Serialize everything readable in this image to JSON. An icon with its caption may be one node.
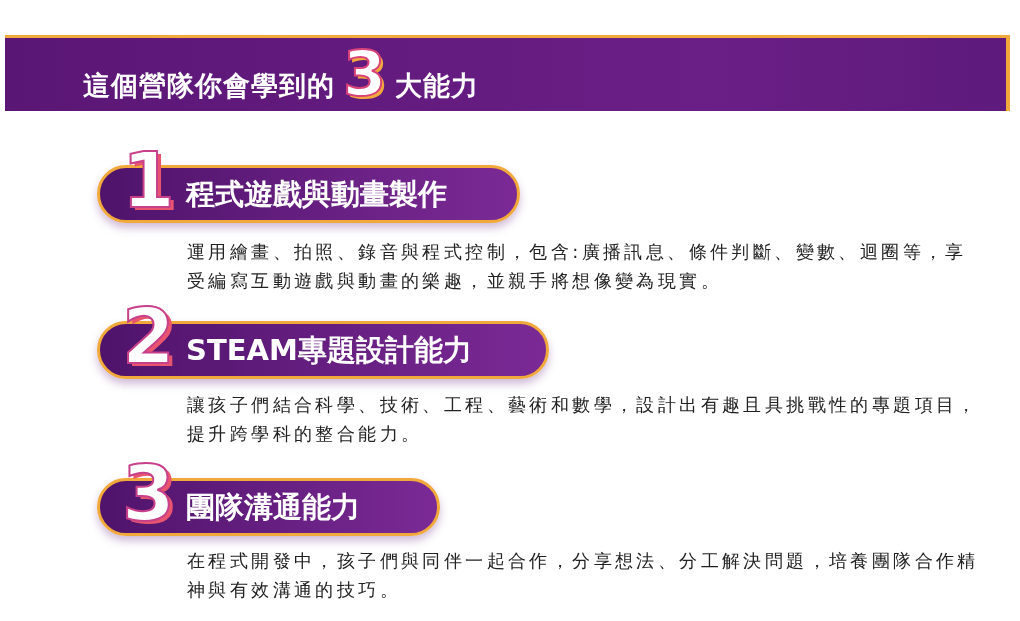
{
  "diagram": {
    "title": "這個營隊你會學到的3大能力",
    "nodes": [
      {
        "text": [
          "1",
          "程式遊戲與動畫製作"
        ],
        "beside": [
          "運用繪畫、拍照、錄音與程式控制，包含:廣播訊息、條件判斷、變數、迴圈等，享受編寫互動遊戲與動畫的樂趣，並親手將想像變為現實。"
        ]
      },
      {
        "text": [
          "2",
          "STEAM專題設計能力"
        ],
        "beside": [
          "讓孩子們結合科學、技術、工程、藝術和數學，設計出有趣且具挑戰性的專題項目，提升跨學科的整合能力。"
        ]
      },
      {
        "text": [
          "3",
          "團隊溝通能力"
        ],
        "beside": [
          "在程式開發中，孩子們與同伴一起合作，分享想法、分工解決問題，培養團隊合作精神與有效溝通的技巧。"
        ]
      }
    ],
    "edges": []
  }
}
